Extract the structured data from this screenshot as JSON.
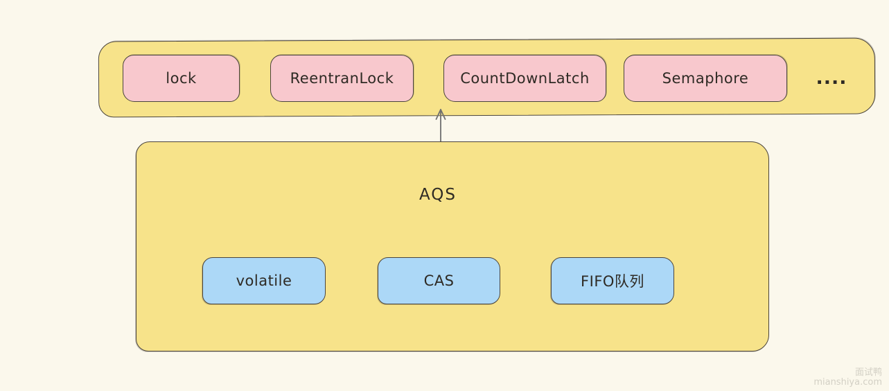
{
  "diagram_title": "AQS",
  "colors": {
    "page_background": "#FBF8EC",
    "container_fill": "#F7E38A",
    "sync_class_fill": "#F8C8CD",
    "component_fill": "#ACD8F7",
    "stroke": "#4A443C",
    "arrow_stroke": "#6F6F6F",
    "text": "#2E2A24",
    "watermark": "#D3D0C5"
  },
  "sync_classes": {
    "items": [
      {
        "label": "lock"
      },
      {
        "label": "ReentranLock"
      },
      {
        "label": "CountDownLatch"
      },
      {
        "label": "Semaphore"
      }
    ],
    "ellipsis": "...."
  },
  "aqs": {
    "title": "AQS",
    "components": [
      {
        "label": "volatile"
      },
      {
        "label": "CAS"
      },
      {
        "label": "FIFO队列"
      }
    ]
  },
  "watermark": {
    "name": "面试鸭",
    "site": "mianshiya.com"
  }
}
